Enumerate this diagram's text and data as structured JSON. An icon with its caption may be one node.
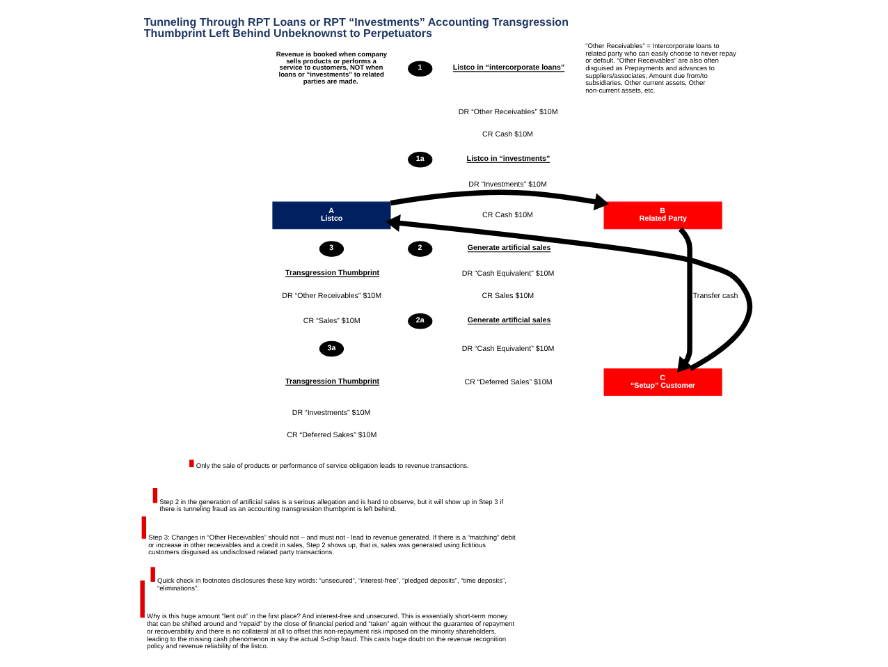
{
  "diagram": {
    "title": "Tunneling Through RPT Loans or RPT “Investments” Accounting Transgression Thumbprint Left Behind Unbeknownst to Perpetuators",
    "nodes": [
      {
        "text": [
          "1"
        ]
      },
      {
        "text": [
          "1a"
        ]
      },
      {
        "text": [
          "A",
          "Listco"
        ]
      },
      {
        "text": [
          "B",
          "Related Party"
        ]
      },
      {
        "text": [
          "3"
        ]
      },
      {
        "text": [
          "2"
        ]
      },
      {
        "text": [
          "2a"
        ]
      },
      {
        "text": [
          "3a"
        ]
      },
      {
        "text": [
          "C",
          "“Setup” Customer"
        ]
      }
    ],
    "edges": [
      {
        "from": 2,
        "to": 3,
        "arrow": "to"
      },
      {
        "from": 3,
        "to": 8,
        "arrow": "to",
        "label": "Transfer cash"
      },
      {
        "from": 8,
        "to": 2,
        "arrow": "to"
      }
    ],
    "labels": [
      "Revenue is booked when company sells products or performs a service to customers, NOT when loans or “investments” to related parties are made.",
      "“Other Receivables” = Intercorporate loans to related party who can easily choose to never repay or default. “Other Receivables” are also often disguised as Prepayments and advances to suppliers/associates, Amount due from/to subsidiaries, Other current assets, Other non-current assets, etc.",
      "Listco in “intercorporate loans”",
      "DR “Other Receivables” $10M",
      "CR Cash $10M",
      "Listco in “investments”",
      "DR “Investments” $10M",
      "CR Cash $10M",
      "Transgression Thumbprint",
      "DR “Other Receivables” $10M",
      "CR “Sales” $10M",
      "Transgression Thumbprint",
      "DR “Investments” $10M",
      "CR “Deferred Sakes” $10M",
      "Generate artificial sales",
      "DR “Cash Equivalent” $10M",
      "CR Sales $10M",
      "Generate artificial sales",
      "DR “Cash Equivalent” $10M",
      "CR “Deferred Sales” $10M",
      "Only the sale of products or performance of service obligation leads to revenue transactions.",
      "Step 2 in the generation of artificial sales is a serious allegation and is hard to observe, but it will show up in Step 3 if there is tunneling fraud as an accounting transgression thumbprint is left behind.",
      "Step 3: Changes in “Other Receivables” should not – and must not - lead to revenue generated. If there is a “matching” debit or increase in other receivables and a credit in sales, Step 2 shows up, that is, sales was generated using fictitious customers disguised as undisclosed related party transactions.",
      "Quick check in footnotes disclosures these key words: “unsecured”, “interest-free”, “pledged deposits”, “time deposits”, “eliminations”.",
      "Why is this huge amount “lent out” in the first place? And interest-free and unsecured. This is essentially short-term money that can be shifted around and “repaid” by the close of financial period and “taken” again without the guarantee of repayment or recoverability and there is no collateral at all to offset this non-repayment risk imposed on the minority shareholders, leading to the missing cash phenomenon in say the actual S-chip fraud. This casts huge doubt on the revenue recognition policy and revenue reliability of the listco."
    ]
  }
}
